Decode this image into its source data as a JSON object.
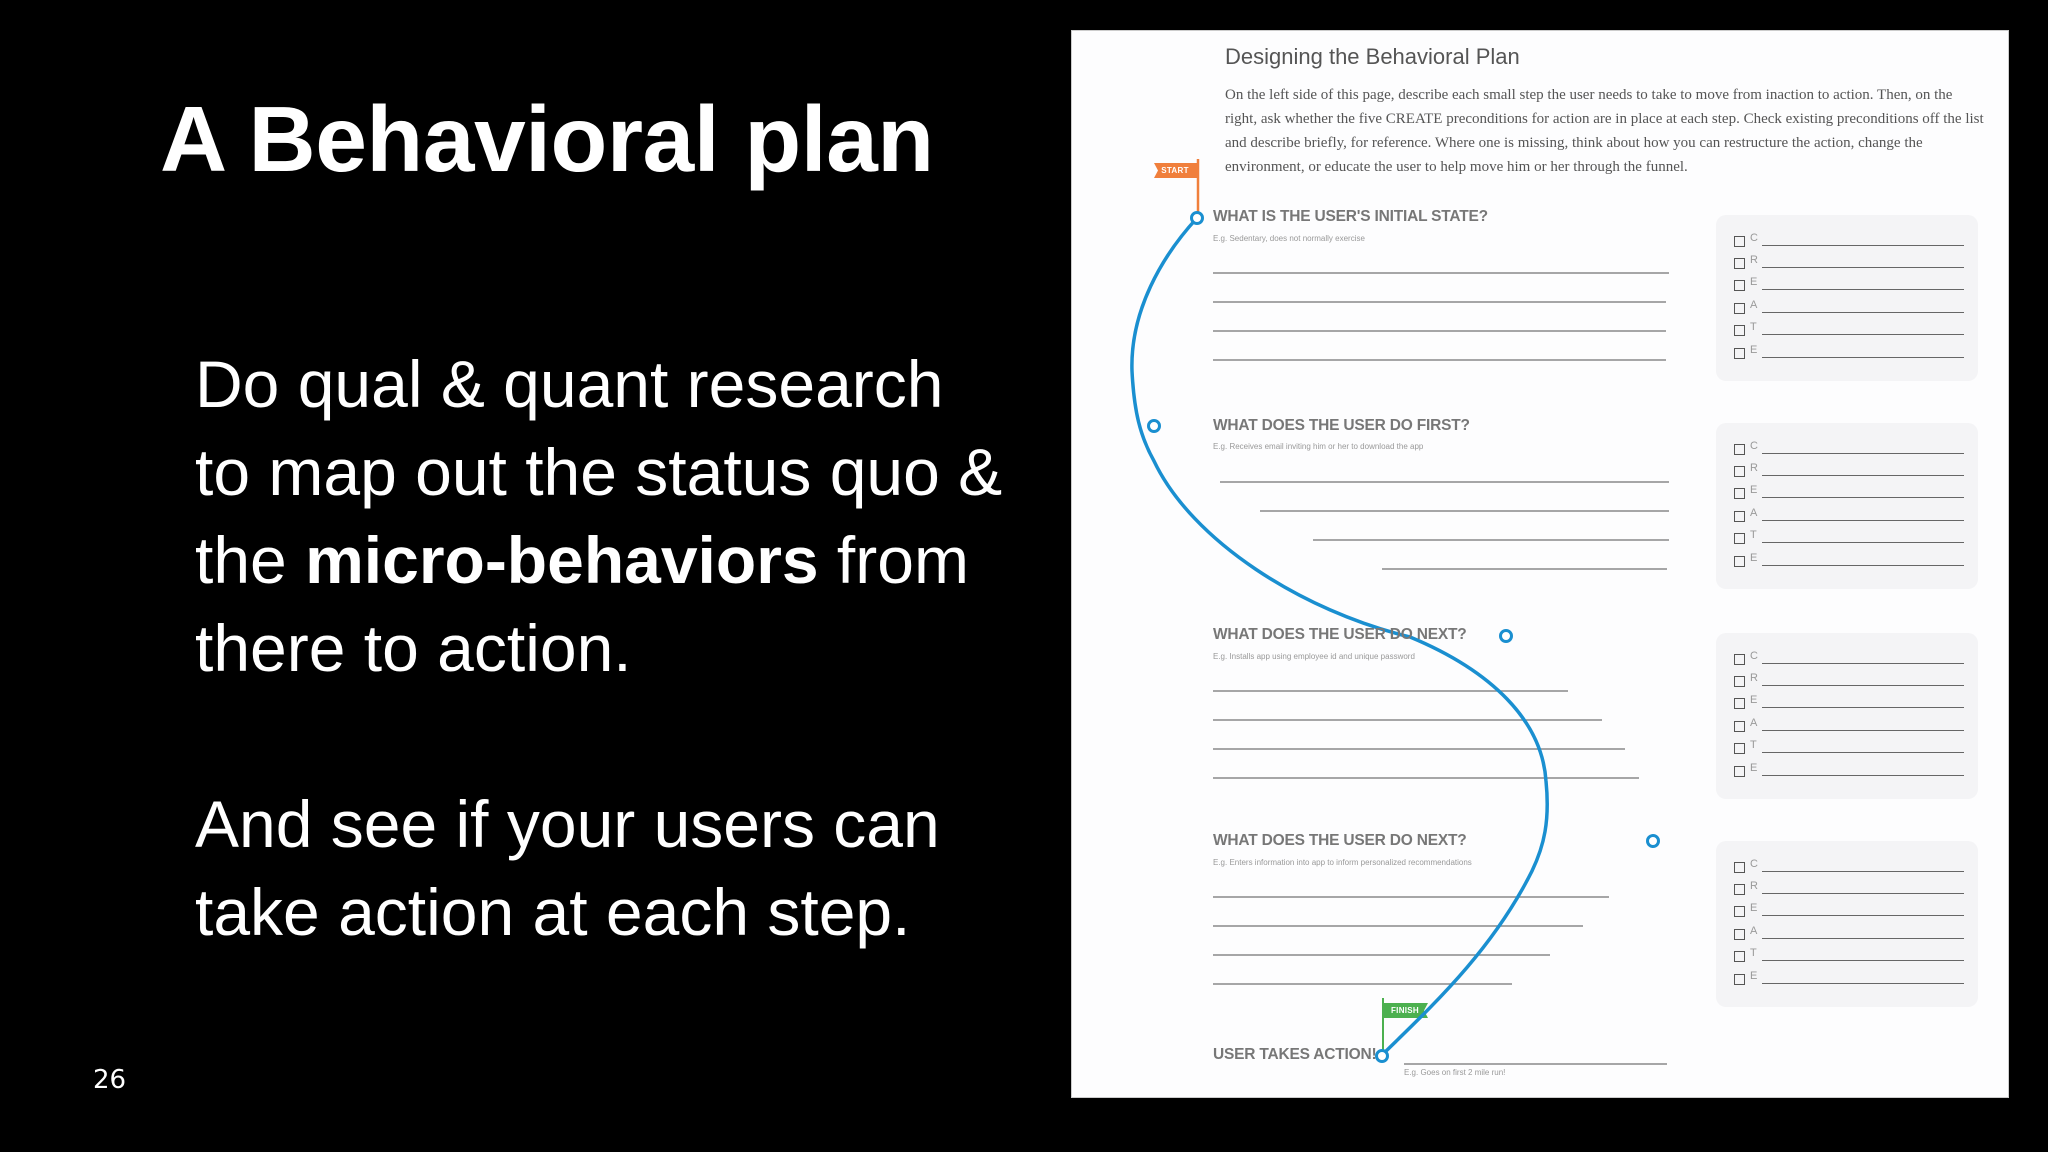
{
  "slide": {
    "title": "A Behavioral plan",
    "body": {
      "para1_part1": "Do qual & quant research to map out the status quo & the ",
      "para1_bold": "micro-behaviors",
      "para1_part2": " from there to action.",
      "para2": "And see if your users can take action at each step."
    },
    "page_number": "26"
  },
  "worksheet": {
    "title": "Designing the Behavioral Plan",
    "intro": "On the left side of this page, describe each small step the user needs to take to move from inaction to action. Then, on the right, ask whether the five CREATE preconditions for action are in place at each step. Check existing preconditions off the list and describe briefly, for reference. Where one is missing, think about how you can restructure the action, change the environment, or educate the user to help move him or her through the funnel.",
    "start_flag": "START",
    "finish_flag": "FINISH",
    "steps": [
      {
        "title": "WHAT IS THE USER'S INITIAL STATE?",
        "example": "E.g. Sedentary, does not normally exercise"
      },
      {
        "title": "WHAT DOES THE USER DO FIRST?",
        "example": "E.g. Receives email inviting him or her to download the app"
      },
      {
        "title": "WHAT DOES THE USER DO NEXT?",
        "example": "E.g. Installs app using employee id and unique password"
      },
      {
        "title": "WHAT DOES THE USER DO NEXT?",
        "example": "E.g. Enters information into app to inform personalized recommendations"
      }
    ],
    "final_step": {
      "title": "USER TAKES ACTION!",
      "example": "E.g. Goes on first 2 mile run!"
    },
    "create_letters": [
      "C",
      "R",
      "E",
      "A",
      "T",
      "E"
    ],
    "colors": {
      "path": "#1a8fd0",
      "start_flag": "#f07f3c",
      "finish_flag": "#4cb04f",
      "question_text": "#777777",
      "panel_bg": "#f4f4f6"
    }
  }
}
